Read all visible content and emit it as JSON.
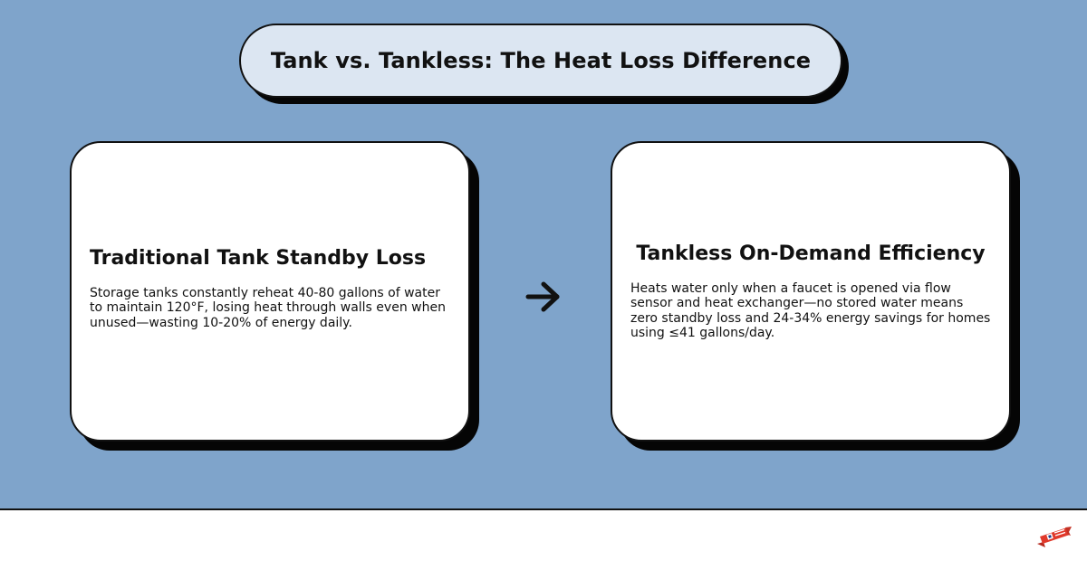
{
  "title": "Tank vs. Tankless: The Heat Loss Difference",
  "left_card": {
    "heading": "Traditional Tank Standby Loss",
    "body": "Storage tanks constantly reheat 40-80 gallons of water to maintain 120°F, losing heat through walls even when unused—wasting 10-20% of energy daily."
  },
  "right_card": {
    "heading": "Tankless On-Demand Efficiency",
    "body": "Heats water only when a faucet is opened via flow sensor and heat exchanger—no stored water means zero standby loss and 24-34% energy savings for homes using ≤41 gallons/day."
  },
  "connector": {
    "icon": "arrow-right-icon"
  },
  "logo": {
    "icon": "brand-logo-icon"
  },
  "colors": {
    "background": "#7fa4cb",
    "title_fill": "#dce6f2",
    "card_fill": "#ffffff",
    "outline": "#111111",
    "shadow": "#050505",
    "logo_red": "#e0392b"
  }
}
